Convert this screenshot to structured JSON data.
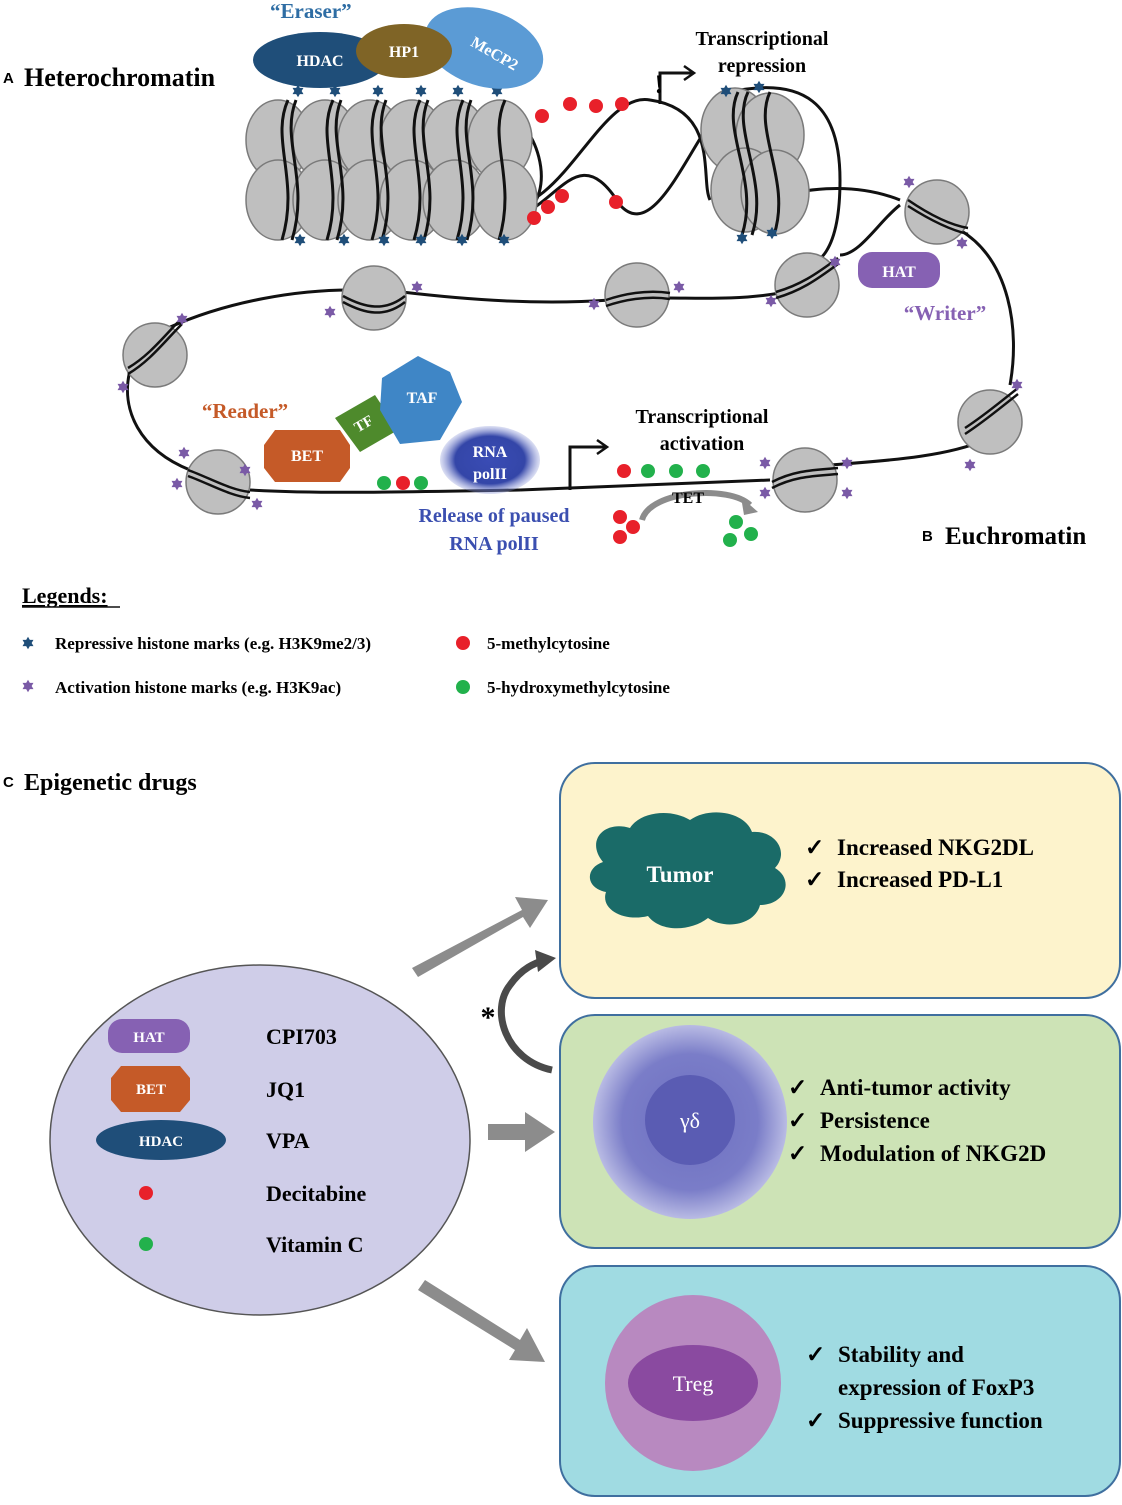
{
  "panel_a": {
    "letter": "A",
    "title": "Heterochromatin",
    "eraser_label": "“Eraser”",
    "proteins": [
      "HDAC",
      "HP1",
      "MeCP2"
    ],
    "repression_label": [
      "Transcriptional",
      "repression"
    ]
  },
  "panel_b": {
    "letter": "B",
    "title": "Euchromatin",
    "writer_label": "“Writer”",
    "hat_label": "HAT",
    "reader_label": "“Reader”",
    "bet_label": "BET",
    "tf_label": "TF",
    "taf_label": "TAF",
    "rnapol_label": [
      "RNA",
      "polII"
    ],
    "release_label": [
      "Release of paused",
      "RNA polII"
    ],
    "activation_label": [
      "Transcriptional",
      "activation"
    ],
    "tet_label": "TET"
  },
  "legend": {
    "title": "Legends:",
    "items": [
      {
        "symbol": "star",
        "color": "#1f4e79",
        "text": "Repressive histone marks (e.g. H3K9me2/3)"
      },
      {
        "symbol": "star",
        "color": "#7a5aa6",
        "text": "Activation histone marks (e.g. H3K9ac)"
      },
      {
        "symbol": "dot",
        "color": "#e8202a",
        "text": "5-methylcytosine"
      },
      {
        "symbol": "dot",
        "color": "#22b14c",
        "text": "5-hydroxymethylcytosine"
      }
    ]
  },
  "panel_c": {
    "letter": "C",
    "title": "Epigenetic drugs",
    "drugs": [
      {
        "icon": "HAT",
        "name": "CPI703"
      },
      {
        "icon": "BET",
        "name": "JQ1"
      },
      {
        "icon": "HDAC",
        "name": "VPA"
      },
      {
        "icon": "",
        "name": "Decitabine"
      },
      {
        "icon": "",
        "name": "Vitamin C"
      }
    ],
    "asterisk": "*",
    "tumor": {
      "label": "Tumor",
      "effects": [
        "Increased NKG2DL",
        "Increased PD-L1"
      ]
    },
    "gd": {
      "label": "γδ",
      "effects": [
        "Anti-tumor activity",
        "Persistence",
        "Modulation of NKG2D"
      ]
    },
    "treg": {
      "label": "Treg",
      "effects": [
        "Stability and",
        "expression of FoxP3",
        "Suppressive function"
      ]
    },
    "check": "✓"
  },
  "colors": {
    "hdac": "#1f4e79",
    "hp1": "#7f6426",
    "mecp2": "#5b9bd5",
    "hat": "#8661b3",
    "bet": "#c55a28",
    "tf": "#4e8a2c",
    "taf": "#3f86c6",
    "rnapol": "#2f3fa0",
    "nucleosome": "#bfbfbf",
    "repressive_mark": "#1f4e79",
    "activation_mark": "#7a5aa6",
    "methyl": "#e8202a",
    "hydroxymethyl": "#22b14c",
    "eraser_text": "#2e6da4",
    "writer_text": "#8661b3",
    "reader_text": "#c55a28",
    "release_text": "#3b4fb0",
    "tumor_box": "#fdf3cc",
    "gd_box": "#cde3b6",
    "treg_box": "#a0dbe2",
    "drug_oval": "#cfcde8",
    "tumor_cloud": "#1a6b68"
  }
}
